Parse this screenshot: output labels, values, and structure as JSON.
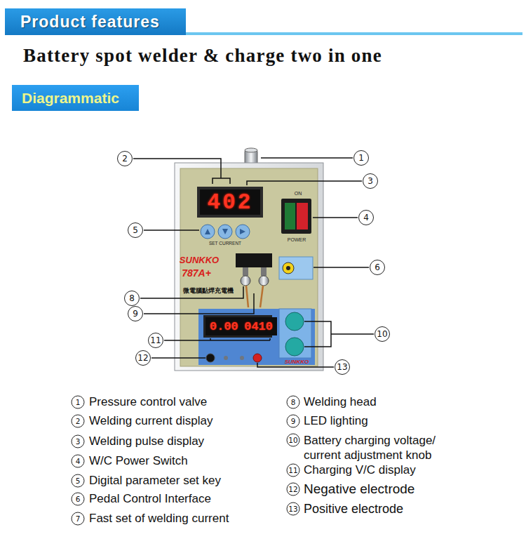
{
  "diagram": {
    "title": "Battery spot welder & charge two in one",
    "nodes": [
      {
        "text": [
          "Product features"
        ]
      },
      {
        "text": [
          "Diagrammatic"
        ]
      },
      {
        "text": [
          "402"
        ]
      },
      {
        "text": [
          "0.00",
          "0410"
        ]
      }
    ],
    "labels": [
      "1",
      "2",
      "3",
      "4",
      "5",
      "6",
      "8",
      "9",
      "10",
      "11",
      "12",
      "13",
      "ON",
      "SET CURRENT",
      "POWER",
      "SUNKKO",
      "787A+",
      "微電腦點焊充電機",
      "SUNKKO",
      "1",
      "Pressure control valve",
      "2",
      "Welding current display",
      "3",
      "Welding pulse display",
      "4",
      "W/C Power Switch",
      "5",
      "Digital parameter set key",
      "6",
      "Pedal Control Interface",
      "7",
      "Fast set of welding current",
      "8",
      "Welding head",
      "9",
      "LED lighting",
      "10",
      "Battery charging voltage/ current adjustment knob",
      "11",
      "Charging V/C display",
      "12",
      "Negative electrode",
      "13",
      "Positive electrode"
    ]
  }
}
